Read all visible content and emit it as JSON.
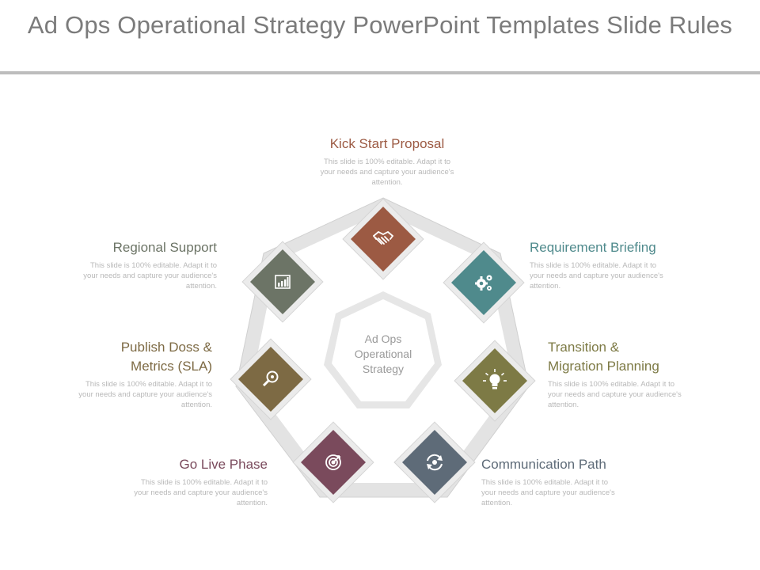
{
  "title": "Ad Ops Operational Strategy PowerPoint Templates Slide Rules",
  "center": "Ad Ops\nOperational\nStrategy",
  "desc": "This slide is 100% editable. Adapt it to your needs and capture your audience's attention.",
  "items": [
    {
      "label": "Kick Start Proposal",
      "color": "#9c5a43",
      "icon": "handshake-icon"
    },
    {
      "label": "Requirement Briefing",
      "color": "#4f8a8c",
      "icon": "gears-icon"
    },
    {
      "label": "Transition &\nMigration Planning",
      "color": "#7d7a45",
      "icon": "lightbulb-icon"
    },
    {
      "label": "Communication Path",
      "color": "#5e6b78",
      "icon": "refresh-icon"
    },
    {
      "label": "Go Live Phase",
      "color": "#7a4a5c",
      "icon": "target-icon"
    },
    {
      "label": "Publish Doss &\nMetrics (SLA)",
      "color": "#7d6a44",
      "icon": "magnifier-icon"
    },
    {
      "label": "Regional Support",
      "color": "#6c7466",
      "icon": "bar-chart-icon"
    }
  ]
}
